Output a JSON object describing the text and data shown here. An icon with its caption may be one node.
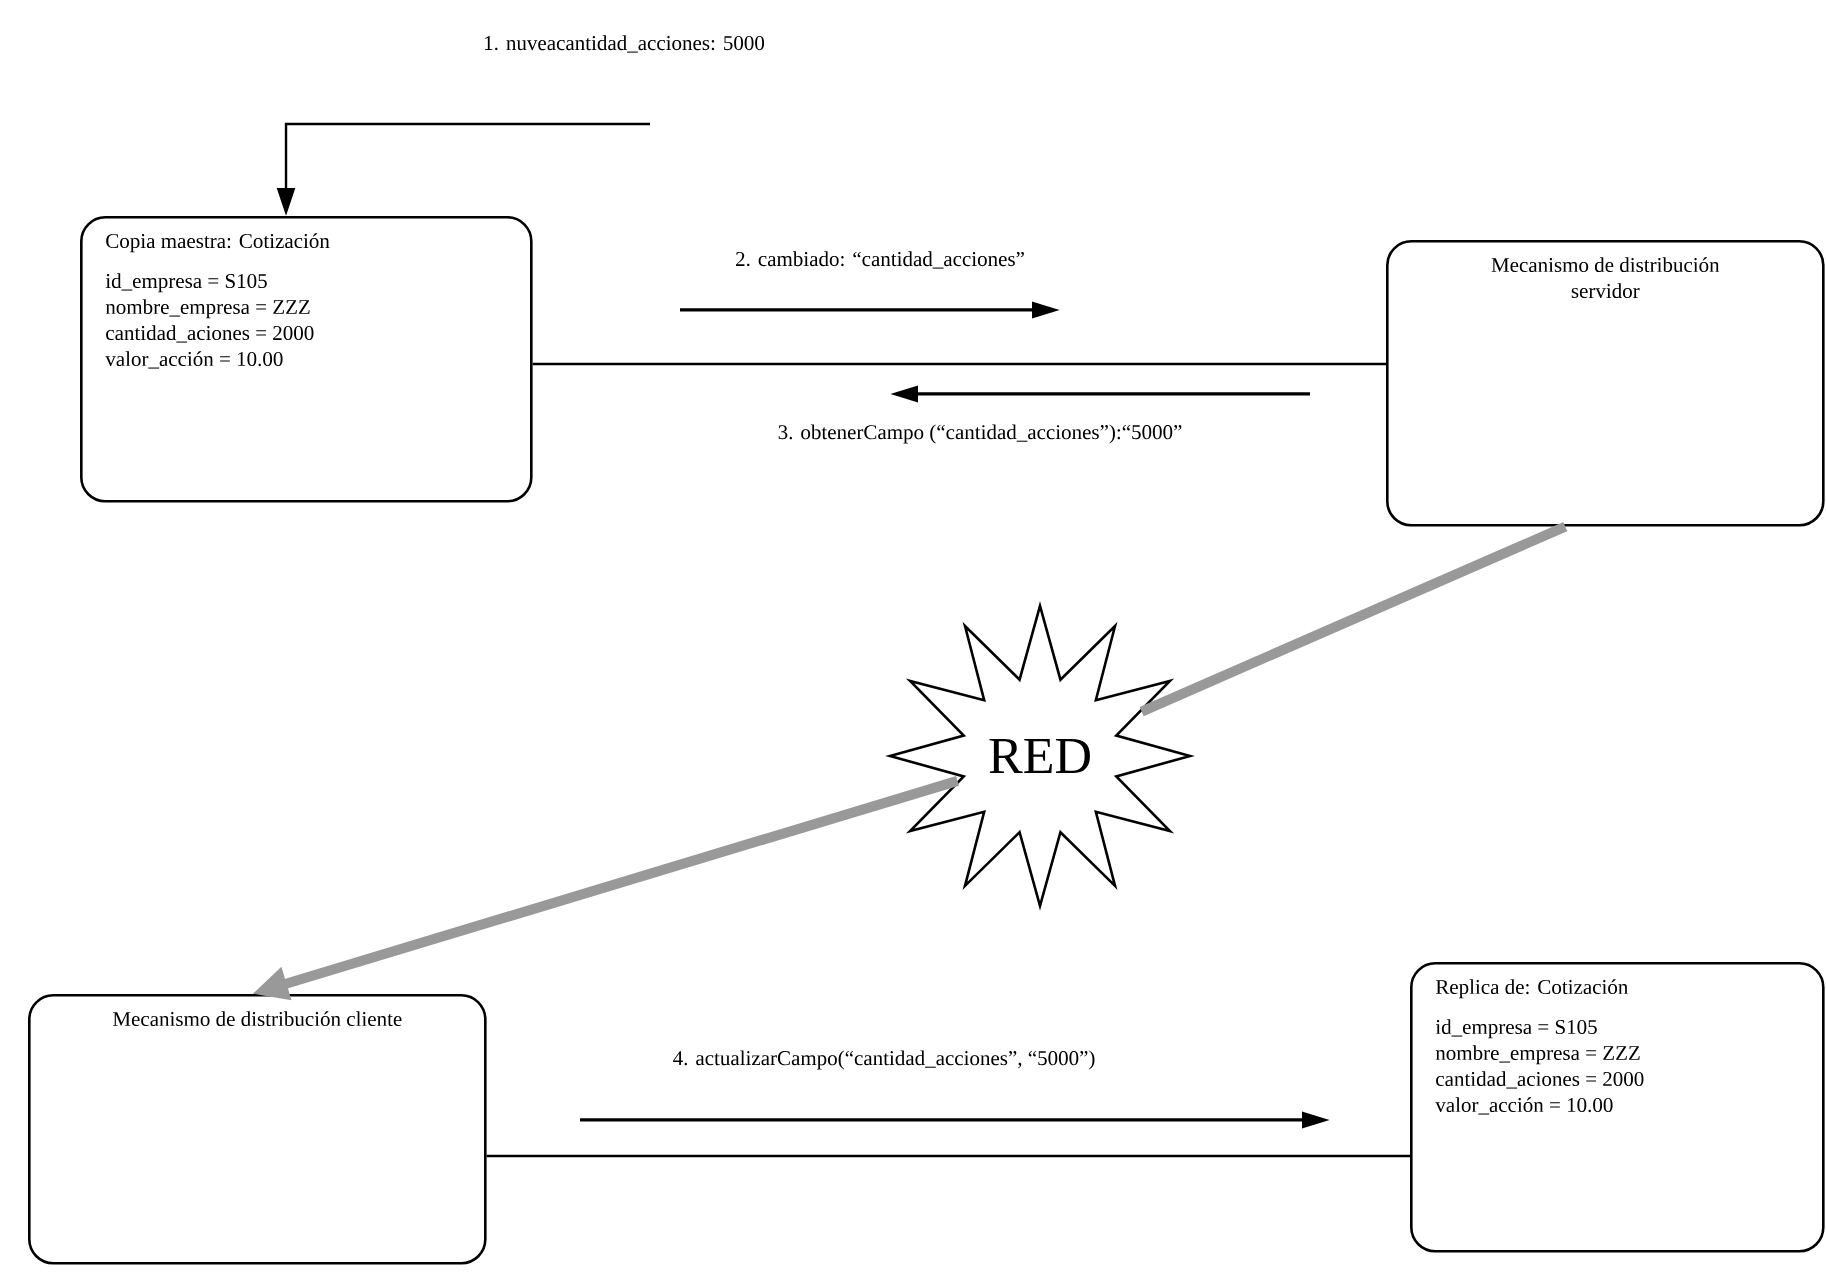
{
  "diagram": {
    "nodes": [
      {
        "text": [
          "Copia maestra: Cotización",
          "id_empresa = S105",
          "nombre_empresa = ZZZ",
          "cantidad_aciones = 2000",
          "valor_acción = 10.00"
        ]
      },
      {
        "text": [
          "Mecanismo de distribución servidor"
        ]
      },
      {
        "text": [
          "RED"
        ]
      },
      {
        "text": [
          "Mecanismo de distribución cliente"
        ]
      },
      {
        "text": [
          "Replica de: Cotización",
          "id_empresa = S105",
          "nombre_empresa = ZZZ",
          "cantidad_aciones = 2000",
          "valor_acción = 10.00"
        ]
      }
    ],
    "edges": [
      {
        "from": null,
        "to": 0,
        "arrow": "to",
        "label": "1. nuveacantidad_acciones: 5000"
      },
      {
        "from": 0,
        "to": 1,
        "arrow": "none"
      },
      {
        "from": 1,
        "to": 2,
        "arrow": "none",
        "style": "thick",
        "color": "#999999"
      },
      {
        "from": 2,
        "to": 3,
        "arrow": "to",
        "style": "thick",
        "color": "#999999"
      },
      {
        "from": 3,
        "to": 4,
        "arrow": "none"
      }
    ],
    "labels": [
      "2. cambiado: “cantidad_acciones”",
      "3. obtenerCampo (“cantidad_acciones”):“5000”",
      "4. actualizarCampo(“cantidad_acciones”, “5000”)"
    ]
  }
}
